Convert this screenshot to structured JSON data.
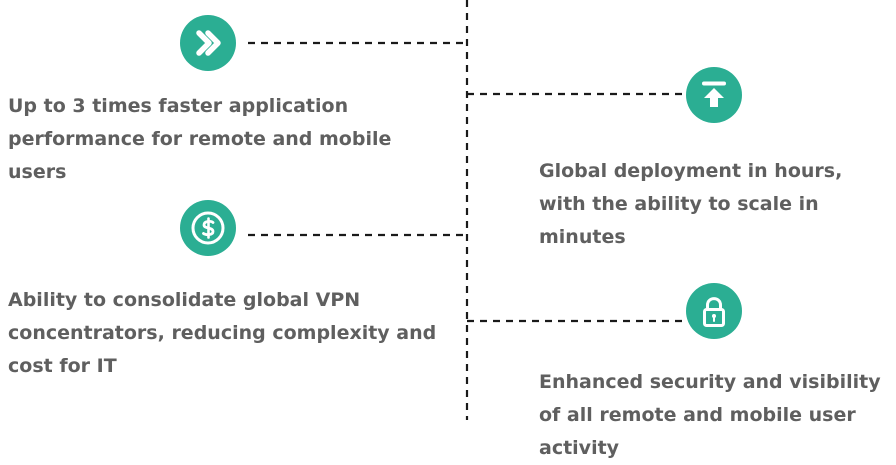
{
  "colors": {
    "accent": "#2bae93",
    "text": "#5f5f5f",
    "connector": "#1a1a1a"
  },
  "features": [
    {
      "icon": "fast-forward-icon",
      "text": "Up to 3 times faster application performance for remote and mobile users"
    },
    {
      "icon": "dollar-coin-icon",
      "text": "Ability to consolidate global VPN concentrators, reducing complexity and cost for IT"
    },
    {
      "icon": "upload-arrow-icon",
      "text": "Global deployment in hours, with the ability to scale in minutes"
    },
    {
      "icon": "lock-icon",
      "text": "Enhanced security and visibility of all remote and mobile user activity"
    }
  ]
}
